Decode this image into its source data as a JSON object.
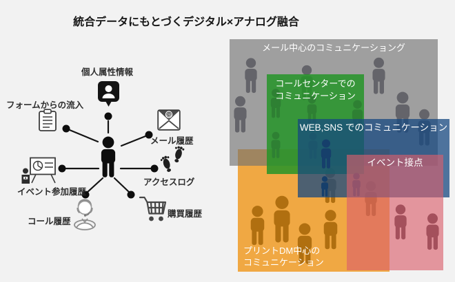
{
  "title": "統合データにもとづくデジタル×アナログ融合",
  "hub": {
    "nodes": [
      {
        "id": "profile",
        "icon": "id-badge-icon",
        "label": "個人属性情報"
      },
      {
        "id": "form",
        "icon": "clipboard-icon",
        "label": "フォームからの流入"
      },
      {
        "id": "mail",
        "icon": "email-icon",
        "label": "メール履歴"
      },
      {
        "id": "event",
        "icon": "presentation-icon",
        "label": "イベント参加履歴"
      },
      {
        "id": "access",
        "icon": "footprints-icon",
        "label": "アクセスログ"
      },
      {
        "id": "call",
        "icon": "call-operator-icon",
        "label": "コール履歴"
      },
      {
        "id": "purchase",
        "icon": "shopping-cart-icon",
        "label": "購買履歴"
      }
    ]
  },
  "segments": {
    "mail": {
      "label": "メール中心のコミュニケーショング",
      "color": "#a6a6a6"
    },
    "callcenter": {
      "label_line1": "コールセンターでの",
      "label_line2": "コミュニケーション",
      "color": "#3e9b3e"
    },
    "websns": {
      "label": "WEB,SNS でのコミュニケーション",
      "color": "#4d77ab"
    },
    "event": {
      "label": "イベント接点",
      "color": "#e79aa5"
    },
    "printdm": {
      "label_line1": "プリントDM中心の",
      "label_line2": "コミュニケーション",
      "color": "#f0a843"
    }
  }
}
